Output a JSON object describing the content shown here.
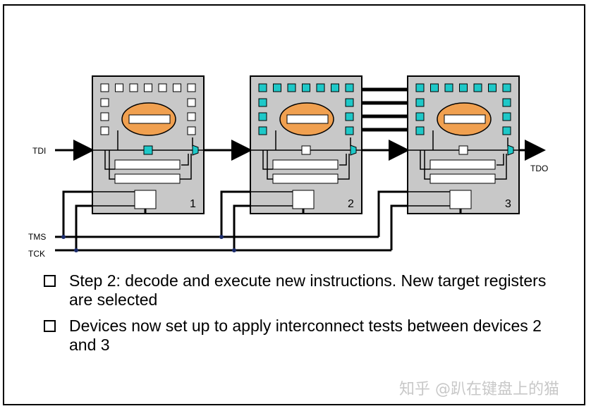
{
  "signals": {
    "tdi": "TDI",
    "tdo": "TDO",
    "tms": "TMS",
    "tck": "TCK"
  },
  "devices": [
    {
      "label": "1",
      "boundary": "empty"
    },
    {
      "label": "2",
      "boundary": "filled"
    },
    {
      "label": "3",
      "boundary": "filled"
    }
  ],
  "bullets": [
    "Step 2: decode and execute new instructions.  New target registers are selected",
    "Devices now set up to apply interconnect tests between devices 2 and 3"
  ],
  "watermark": "知乎 @趴在键盘上的猫",
  "colors": {
    "chip": "#c8c8c8",
    "cell_active": "#1ec8c8",
    "cell_inactive": "#ffffff",
    "ellipse": "#f0a050",
    "wire": "#000000"
  }
}
